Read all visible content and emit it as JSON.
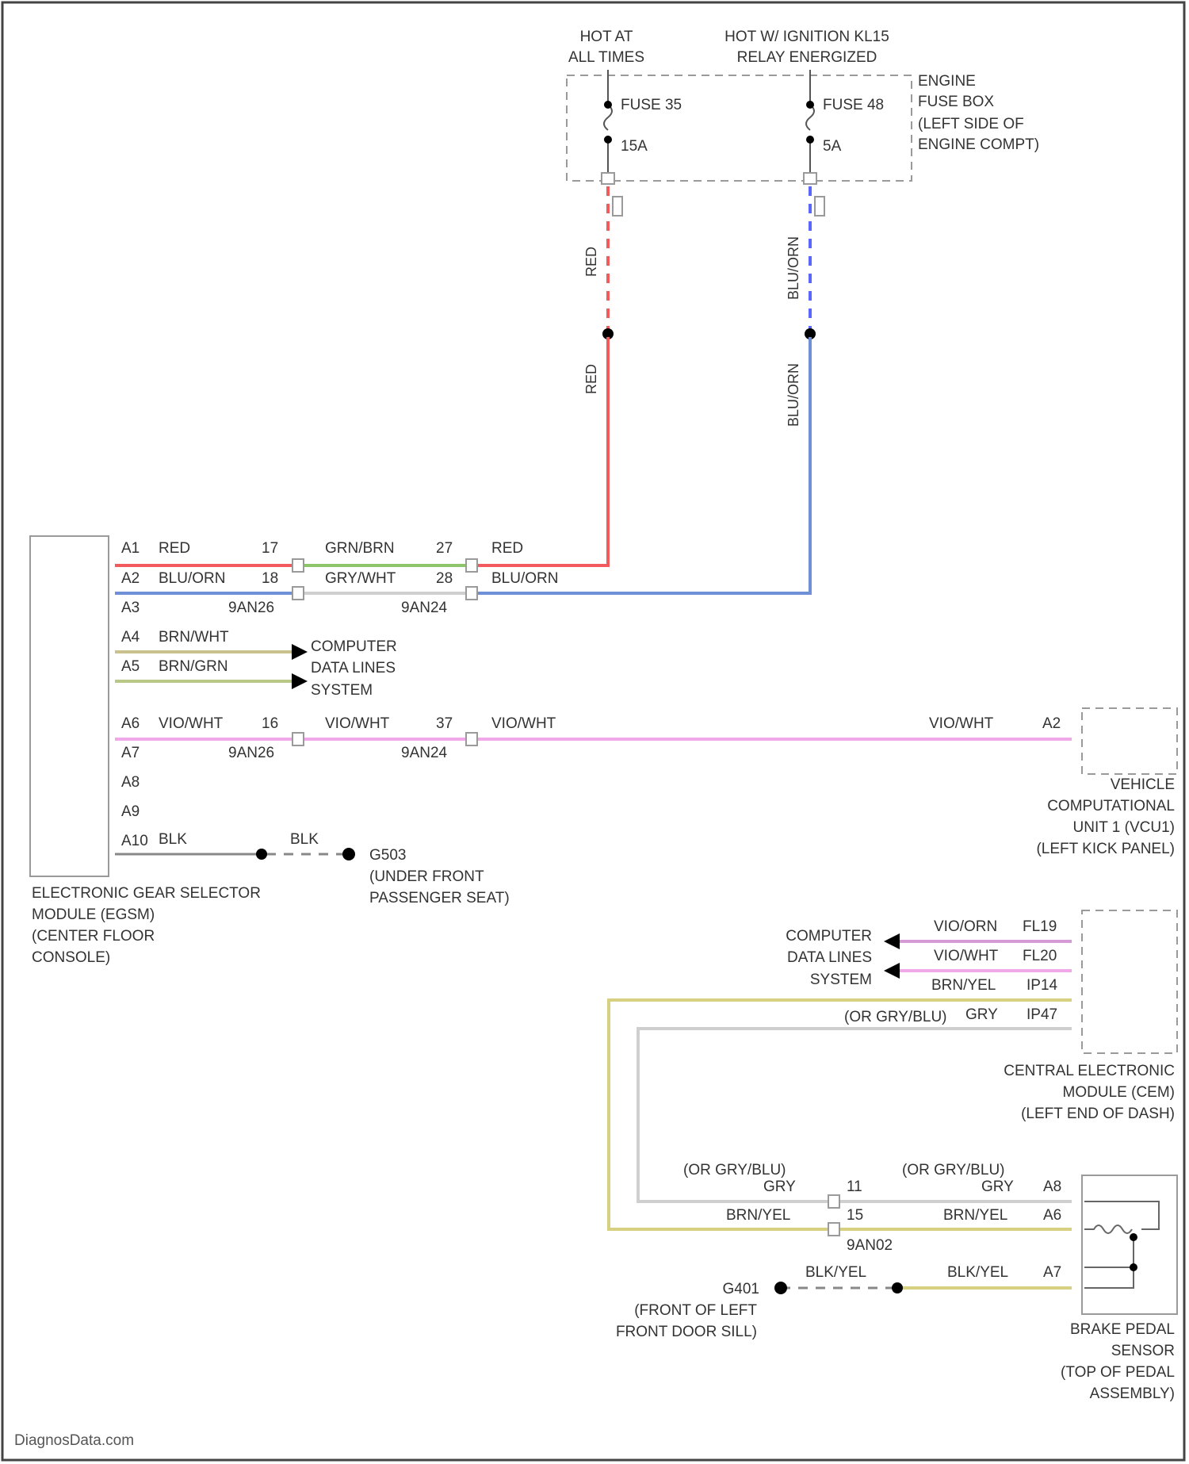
{
  "colors": {
    "red": "#f25a5e",
    "blue": "#6f8fd6",
    "blue_dash": "#5a67ff",
    "green": "#8fc56a",
    "grey": "#cfcfcf",
    "tan": "#c9c28e",
    "olive": "#b8c886",
    "pink": "#f1a8e8",
    "violet": "#d69ad6",
    "yellow": "#d6d080",
    "black": "#888888"
  },
  "power": {
    "hot_at_all_times": [
      "HOT AT",
      "ALL TIMES"
    ],
    "hot_ignition": [
      "HOT W/ IGNITION KL15",
      "RELAY ENERGIZED"
    ],
    "fuse35": {
      "name": "FUSE 35",
      "rating": "15A"
    },
    "fuse48": {
      "name": "FUSE 48",
      "rating": "5A"
    },
    "fuse_box": [
      "ENGINE",
      "FUSE BOX",
      "(LEFT SIDE OF",
      "ENGINE COMPT)"
    ],
    "wire_red_upper": "RED",
    "wire_red_lower": "RED",
    "wire_blu_upper": "BLU/ORN",
    "wire_blu_lower": "BLU/ORN"
  },
  "egsm": {
    "pins": [
      "A1",
      "A2",
      "A3",
      "A4",
      "A5",
      "A6",
      "A7",
      "A8",
      "A9",
      "A10"
    ],
    "label": [
      "ELECTRONIC GEAR SELECTOR",
      "MODULE (EGSM)",
      "(CENTER FLOOR",
      "CONSOLE)"
    ]
  },
  "wires": {
    "a1": "RED",
    "a2": "BLU/ORN",
    "a4": "BRN/WHT",
    "a5": "BRN/GRN",
    "a6": "VIO/WHT",
    "a10": "BLK",
    "blk2": "BLK",
    "mid1": "GRN/BRN",
    "mid2": "GRY/WHT",
    "mid_a6": "VIO/WHT",
    "right1": "RED",
    "right2": "BLU/ORN",
    "right_a6": "VIO/WHT",
    "vcu_in": "VIO/WHT"
  },
  "connectors": {
    "c17": "17",
    "c18": "18",
    "c16": "16",
    "c27": "27",
    "c28": "28",
    "c37": "37",
    "x1": "9AN26",
    "x2": "9AN24",
    "x3": "9AN26",
    "x4": "9AN24"
  },
  "cds_left": [
    "COMPUTER",
    "DATA LINES",
    "SYSTEM"
  ],
  "cds_right": [
    "COMPUTER",
    "DATA LINES",
    "SYSTEM"
  ],
  "ground_g503": {
    "name": "G503",
    "loc": [
      "(UNDER FRONT",
      "PASSENGER SEAT)"
    ]
  },
  "vcu": {
    "pin": "A2",
    "label": [
      "VEHICLE",
      "COMPUTATIONAL",
      "UNIT 1 (VCU1)",
      "(LEFT KICK PANEL)"
    ]
  },
  "cem": {
    "pins": [
      "FL19",
      "FL20",
      "IP14",
      "IP47"
    ],
    "wires": [
      "VIO/ORN",
      "VIO/WHT",
      "BRN/YEL",
      "GRY"
    ],
    "alt": "(OR GRY/BLU)",
    "label": [
      "CENTRAL ELECTRONIC",
      "MODULE (CEM)",
      "(LEFT END OF DASH)"
    ]
  },
  "brake": {
    "pins": [
      "A8",
      "A6",
      "A7"
    ],
    "wire_gry_right": "GRY",
    "wire_gry_left": "GRY",
    "alt_right": "(OR GRY/BLU)",
    "alt_left": "(OR GRY/BLU)",
    "wire_brn_right": "BRN/YEL",
    "wire_brn_left": "BRN/YEL",
    "c11": "11",
    "c15": "15",
    "conn": "9AN02",
    "wire_blk_right": "BLK/YEL",
    "wire_blk_left": "BLK/YEL",
    "label": [
      "BRAKE PEDAL",
      "SENSOR",
      "(TOP OF PEDAL",
      "ASSEMBLY)"
    ]
  },
  "ground_g401": {
    "name": "G401",
    "loc": [
      "(FRONT OF LEFT",
      "FRONT DOOR SILL)"
    ]
  },
  "watermark": "DiagnosData.com"
}
